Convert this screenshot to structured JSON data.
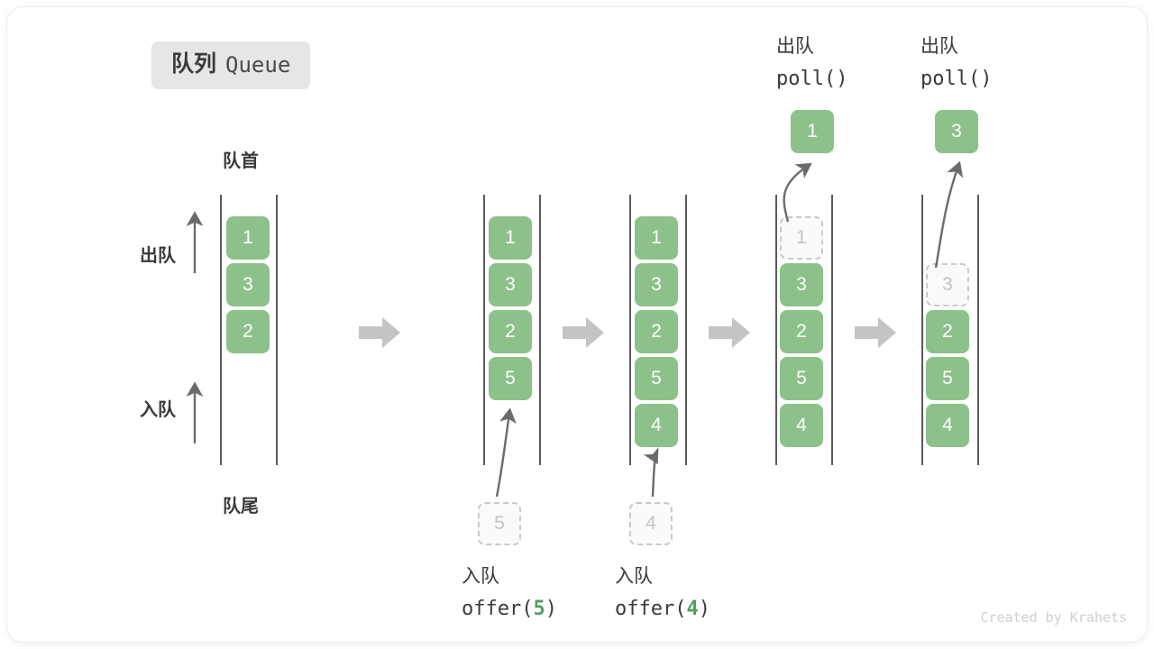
{
  "title": {
    "cn": "队列",
    "en": "Queue"
  },
  "labels": {
    "head": "队首",
    "tail": "队尾",
    "dequeue_arrow": "出队",
    "enqueue_arrow": "入队"
  },
  "watermark": "Created by Krahets",
  "colors": {
    "cell_fill": "#8cc18a",
    "cell_text": "#ffffff",
    "ghost_border": "#c9c9c9",
    "ghost_text": "#c2c2c2",
    "rail": "#5a5a5a",
    "separator": "#c4c4c4",
    "accent_green": "#52a05a",
    "badge_bg": "#e6e6e6",
    "text": "#3a3a3a"
  },
  "icons": {
    "separator": "block-right-arrow-icon",
    "flow": "curved-arrow-icon",
    "direction": "up-arrow-icon"
  },
  "captions": {
    "offer5": {
      "line1": "入队",
      "call": "offer(",
      "value": "5",
      "close": ")"
    },
    "offer4": {
      "line1": "入队",
      "call": "offer(",
      "value": "4",
      "close": ")"
    },
    "poll1": {
      "line1": "出队",
      "call": "poll()"
    },
    "poll2": {
      "line1": "出队",
      "call": "poll()"
    }
  },
  "chart_data": {
    "type": "diagram",
    "title": "队列 Queue",
    "description": "Queue FIFO operations shown as five successive states separated by block arrows.",
    "states": [
      {
        "index": 0,
        "cells": [
          {
            "value": "1",
            "ghost": false
          },
          {
            "value": "3",
            "ghost": false
          },
          {
            "value": "2",
            "ghost": false
          }
        ],
        "operation": ""
      },
      {
        "index": 1,
        "cells": [
          {
            "value": "1",
            "ghost": false
          },
          {
            "value": "3",
            "ghost": false
          },
          {
            "value": "2",
            "ghost": false
          },
          {
            "value": "5",
            "ghost": false
          }
        ],
        "operation": "offer(5)"
      },
      {
        "index": 2,
        "cells": [
          {
            "value": "1",
            "ghost": false
          },
          {
            "value": "3",
            "ghost": false
          },
          {
            "value": "2",
            "ghost": false
          },
          {
            "value": "5",
            "ghost": false
          },
          {
            "value": "4",
            "ghost": false
          }
        ],
        "operation": "offer(4)"
      },
      {
        "index": 3,
        "cells": [
          {
            "value": "1",
            "ghost": true
          },
          {
            "value": "3",
            "ghost": false
          },
          {
            "value": "2",
            "ghost": false
          },
          {
            "value": "5",
            "ghost": false
          },
          {
            "value": "4",
            "ghost": false
          }
        ],
        "operation": "poll()"
      },
      {
        "index": 4,
        "cells": [
          {
            "value": "",
            "ghost": false,
            "empty": true
          },
          {
            "value": "3",
            "ghost": true
          },
          {
            "value": "2",
            "ghost": false
          },
          {
            "value": "5",
            "ghost": false
          },
          {
            "value": "4",
            "ghost": false
          }
        ],
        "operation": "poll()"
      }
    ],
    "incoming": [
      {
        "value": "5",
        "state": 1
      },
      {
        "value": "4",
        "state": 2
      }
    ],
    "outgoing": [
      {
        "value": "1",
        "state": 3
      },
      {
        "value": "3",
        "state": 4
      }
    ]
  },
  "cells": {
    "col0": {
      "c0": "1",
      "c1": "3",
      "c2": "2"
    },
    "col1": {
      "c0": "1",
      "c1": "3",
      "c2": "2",
      "c3": "5"
    },
    "col2": {
      "c0": "1",
      "c1": "3",
      "c2": "2",
      "c3": "5",
      "c4": "4"
    },
    "col3": {
      "c0": "1",
      "c1": "3",
      "c2": "2",
      "c3": "5",
      "c4": "4"
    },
    "col4": {
      "c1": "3",
      "c2": "2",
      "c3": "5",
      "c4": "4"
    }
  },
  "incoming": {
    "g5": "5",
    "g4": "4"
  },
  "popped": {
    "p1": "1",
    "p2": "3"
  }
}
